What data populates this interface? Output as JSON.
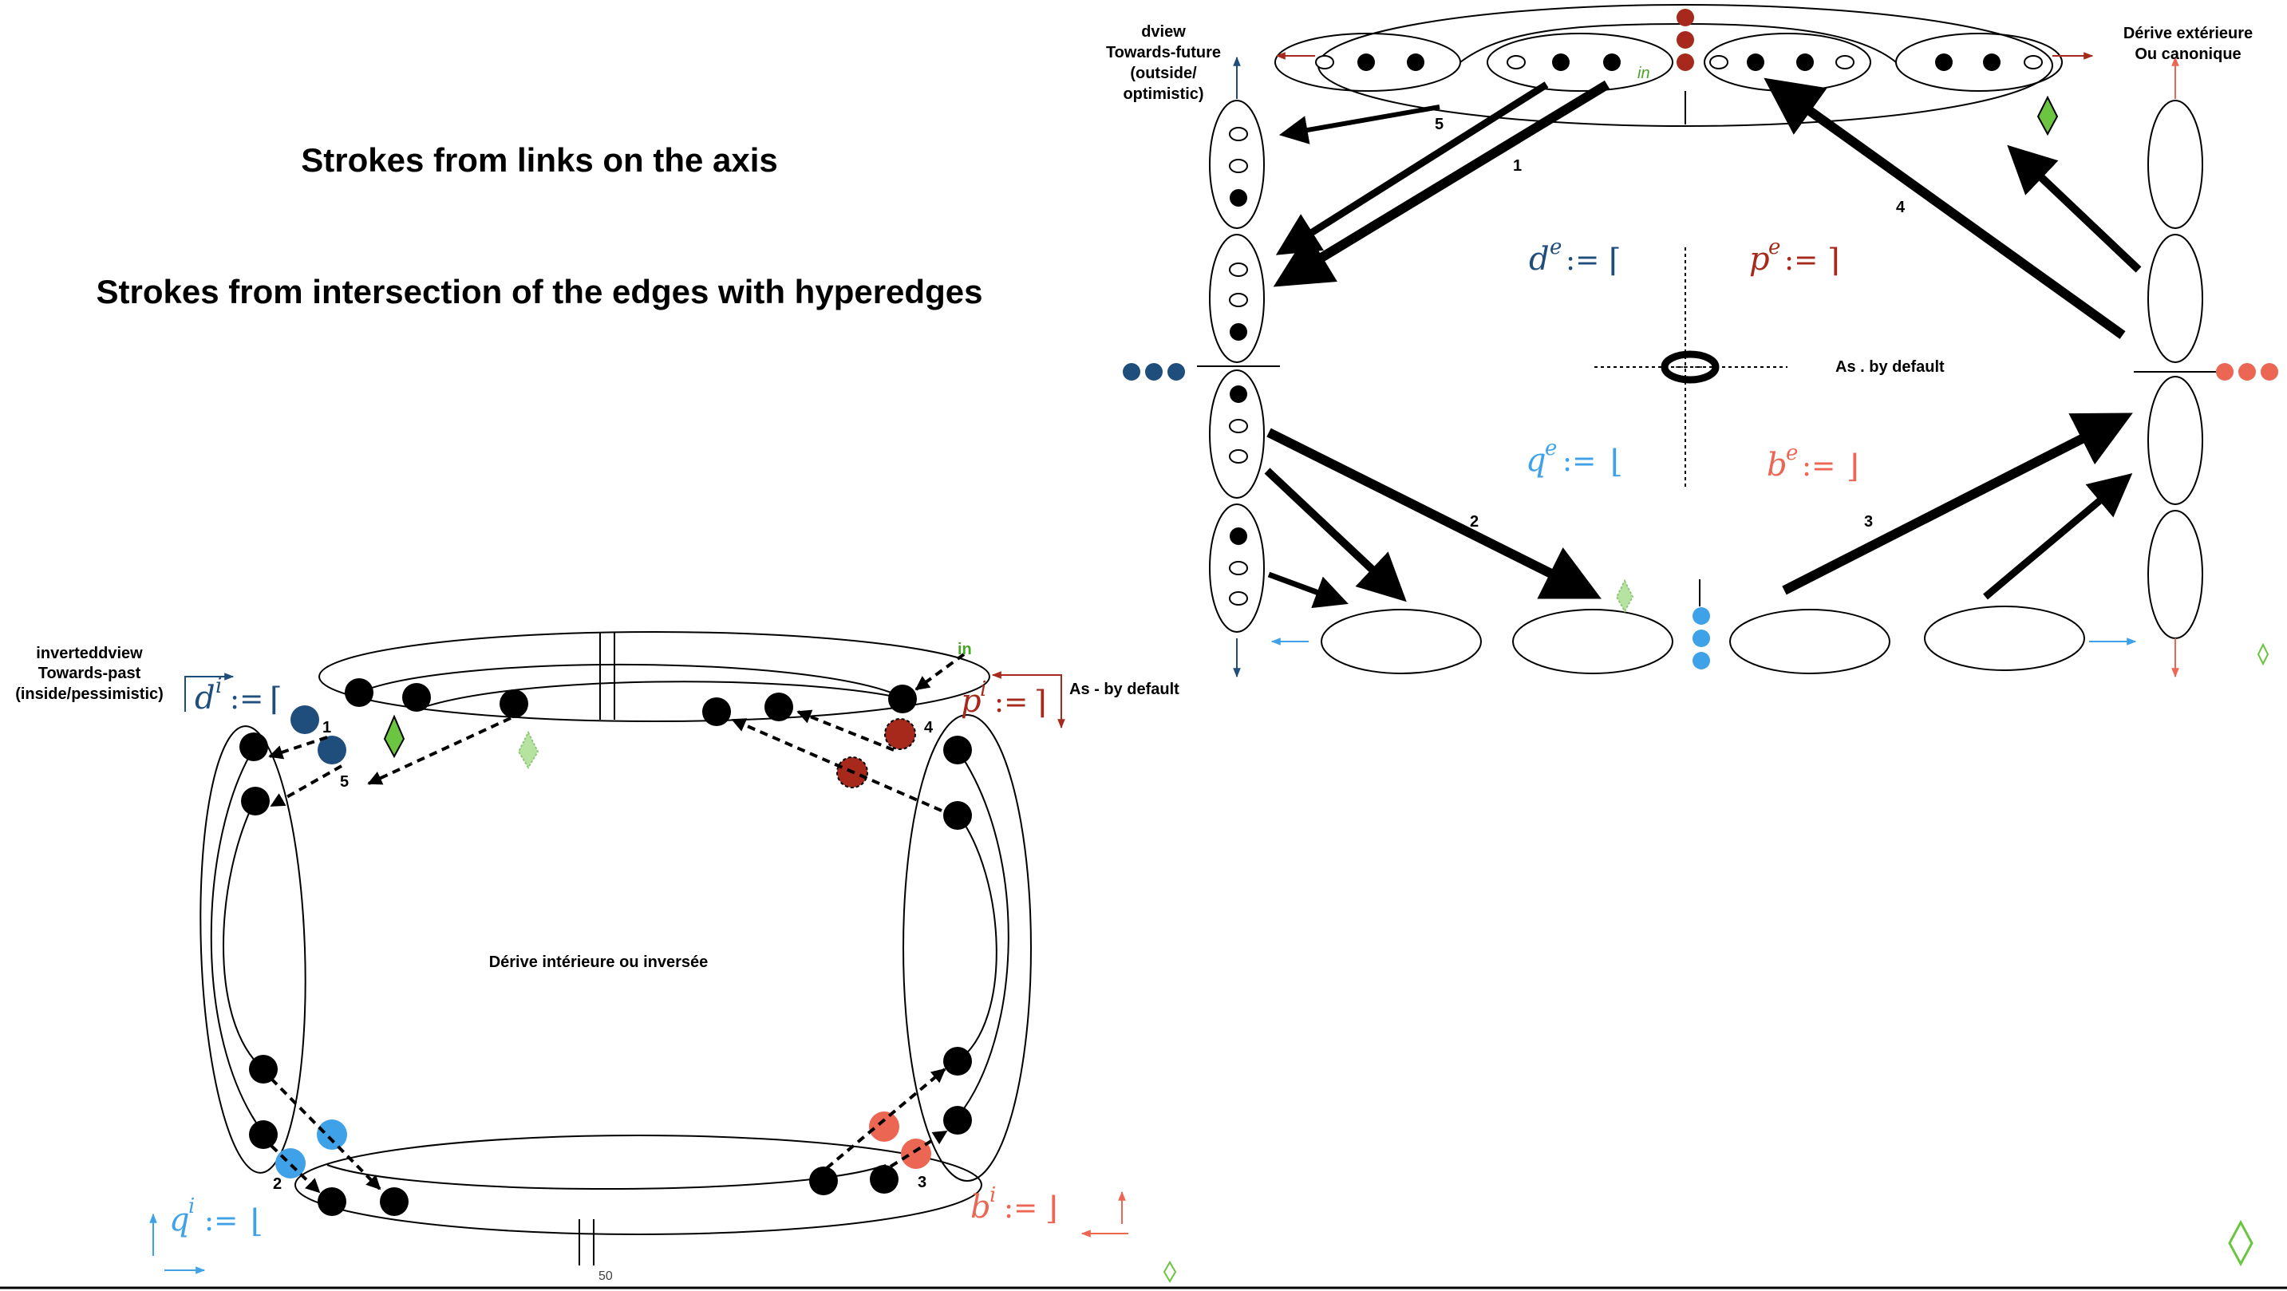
{
  "titles": {
    "line1": "Strokes from links on the axis",
    "line2": "Strokes from intersection of the edges with hyperedges"
  },
  "left_panel": {
    "view_title": "inverteddview",
    "view_sub1": "Towards-past",
    "view_sub2": "(inside/pessimistic)",
    "as_default": "As - by default",
    "center_label": "Dérive intérieure ou inversée",
    "in_label": "in",
    "bottom_small": "50",
    "d_sym": "d",
    "p_sym": "p",
    "q_sym": "q",
    "b_sym": "b",
    "i_sup": "i",
    "assign": ":=",
    "d_bracket": "⌈",
    "p_bracket": "⌉",
    "q_bracket": "⌊",
    "b_bracket": "⌋",
    "arrow_nums": [
      "1",
      "2",
      "3",
      "4",
      "5"
    ]
  },
  "right_panel": {
    "view_title": "dview",
    "view_sub1": "Towards-future",
    "view_sub2": "(outside/",
    "view_sub3": "optimistic)",
    "canon_title": "Dérive extérieure",
    "canon_sub": "Ou canonique",
    "as_default": "As . by default",
    "in_label": "in",
    "d_sym": "d",
    "p_sym": "p",
    "q_sym": "q",
    "b_sym": "b",
    "e_sup": "e",
    "assign": ":=",
    "d_bracket": "⌈",
    "p_bracket": "⌉",
    "q_bracket": "⌊",
    "b_bracket": "⌋",
    "arrow_nums": [
      "1",
      "2",
      "3",
      "4",
      "5"
    ]
  },
  "colors": {
    "dark_blue": "#1f4e7d",
    "light_blue": "#3fa2e8",
    "dark_red": "#a6291c",
    "salmon": "#ec6654",
    "green": "#6cc540",
    "light_green": "#b7e3a0"
  }
}
